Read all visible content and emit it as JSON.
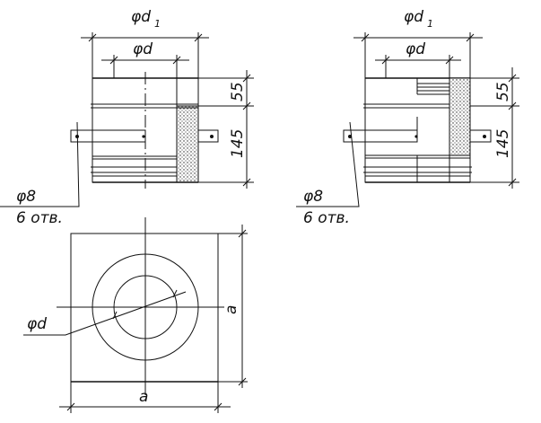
{
  "labels": {
    "outer_diameter": "φd",
    "outer_diameter_sub": "1",
    "inner_diameter": "φd",
    "height_top": "55",
    "height_main": "145",
    "hole_diameter": "φ8",
    "hole_count": "6 отв.",
    "side": "a"
  },
  "colors": {
    "line": "#111111",
    "insulation": "#e8e8e8"
  }
}
